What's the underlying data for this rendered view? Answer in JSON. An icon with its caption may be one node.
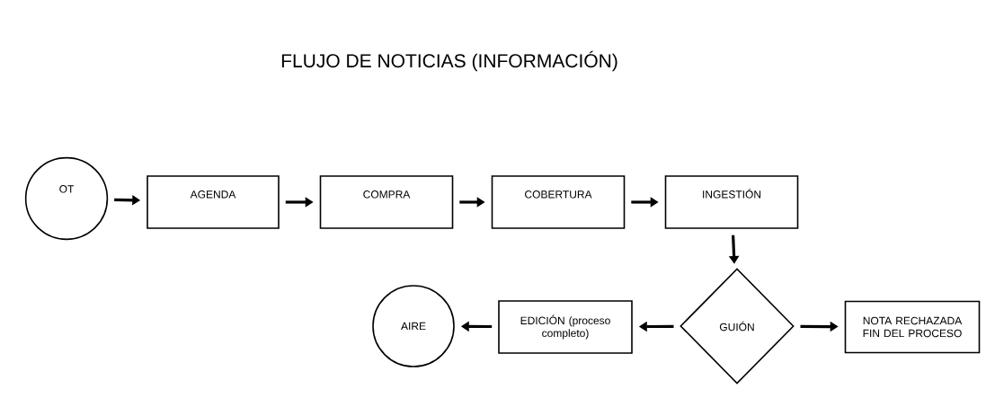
{
  "diagram": {
    "title": "FLUJO DE NOTICIAS (INFORMACIÓN)",
    "nodes": [
      {
        "text": [
          "OT"
        ]
      },
      {
        "text": [
          "AGENDA"
        ]
      },
      {
        "text": [
          "COMPRA"
        ]
      },
      {
        "text": [
          "COBERTURA"
        ]
      },
      {
        "text": [
          "INGESTIÓN"
        ]
      },
      {
        "text": [
          "GUIÓN"
        ]
      },
      {
        "text": [
          "EDICIÓN (proceso completo)"
        ]
      },
      {
        "text": [
          "AIRE"
        ]
      },
      {
        "text": [
          "NOTA RECHAZADA FIN DEL PROCESO"
        ]
      }
    ],
    "edges": [
      {
        "from": 0,
        "to": 1,
        "arrow": "to"
      },
      {
        "from": 1,
        "to": 2,
        "arrow": "to"
      },
      {
        "from": 2,
        "to": 3,
        "arrow": "to"
      },
      {
        "from": 3,
        "to": 4,
        "arrow": "to"
      },
      {
        "from": 4,
        "to": 5,
        "arrow": "to"
      },
      {
        "from": 5,
        "to": 6,
        "arrow": "to"
      },
      {
        "from": 6,
        "to": 7,
        "arrow": "to"
      },
      {
        "from": 5,
        "to": 8,
        "arrow": "to"
      }
    ]
  }
}
